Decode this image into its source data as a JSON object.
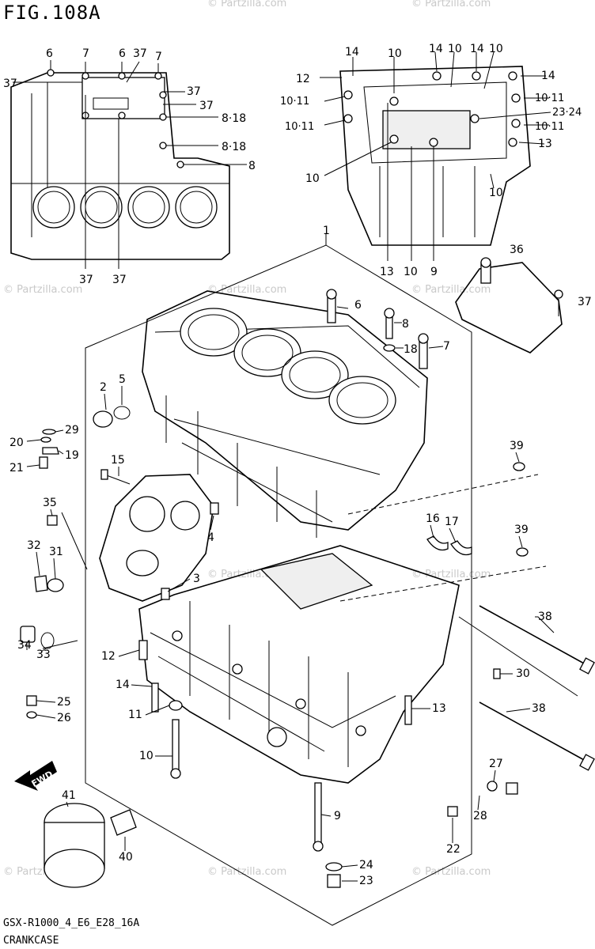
{
  "figure_title": "FIG.108A",
  "footer": {
    "model_code": "GSX-R1000_4_E6_E28_16A",
    "section_name": "CRANKCASE"
  },
  "watermark": "© Partzilla.com",
  "fwd_label": "FWD",
  "callouts": {
    "c6a": "6",
    "c7a": "7",
    "c6b": "6",
    "c37a": "37",
    "c7b": "7",
    "c37b": "37",
    "c37c": "37",
    "c37d": "37",
    "c8_18a": "8·18",
    "c8_18b": "8·18",
    "c8a": "8",
    "c37e": "37",
    "c37f": "37",
    "c14a": "14",
    "c10a": "10",
    "c14b": "14",
    "c10b": "10",
    "c14c": "14",
    "c10c": "10",
    "c12a": "12",
    "c14d": "14",
    "c10_11a": "10·11",
    "c10_11b": "10·11",
    "c23_24": "23·24",
    "c10_11c": "10·11",
    "c10_11d": "10·11",
    "c13a": "13",
    "c10d": "10",
    "c10e": "10",
    "c13b": "13",
    "c10f": "10",
    "c9a": "9",
    "c1": "1",
    "c36": "36",
    "c37g": "37",
    "c6c": "6",
    "c8b": "8",
    "c18": "18",
    "c7c": "7",
    "c2": "2",
    "c5": "5",
    "c29": "29",
    "c20": "20",
    "c19": "19",
    "c21": "21",
    "c15": "15",
    "c35": "35",
    "c4": "4",
    "c32": "32",
    "c31": "31",
    "c3": "3",
    "c39a": "39",
    "c16": "16",
    "c17": "17",
    "c39b": "39",
    "c38a": "38",
    "c34": "34",
    "c33": "33",
    "c12b": "12",
    "c14e": "14",
    "c30": "30",
    "c25": "25",
    "c26": "26",
    "c11": "11",
    "c13c": "13",
    "c38b": "38",
    "c10g": "10",
    "c27": "27",
    "c28": "28",
    "c41": "41",
    "c9b": "9",
    "c22": "22",
    "c40": "40",
    "c24": "24",
    "c23": "23"
  }
}
